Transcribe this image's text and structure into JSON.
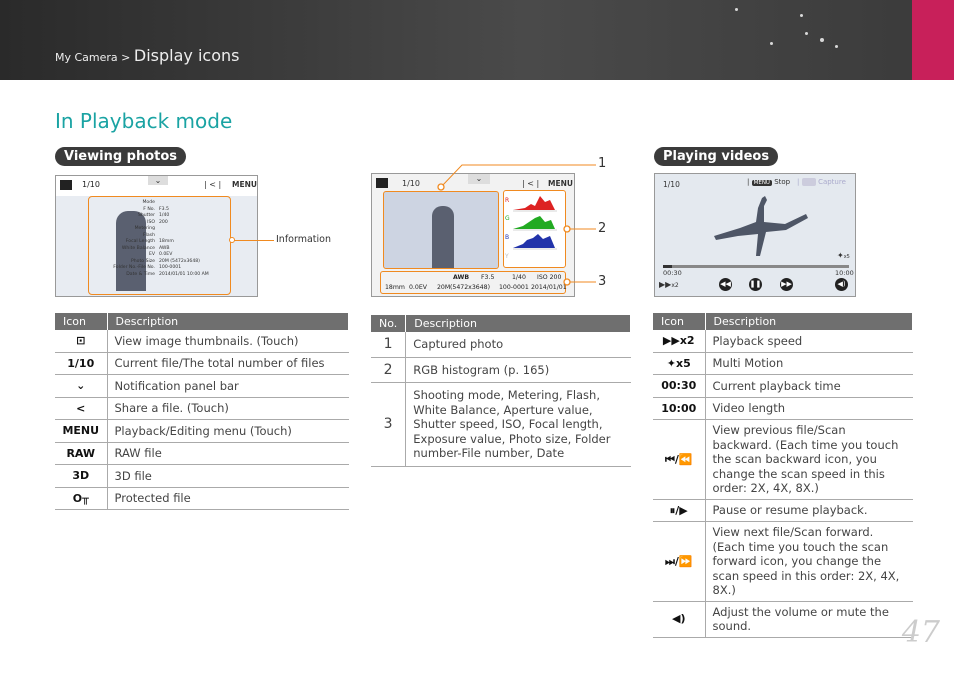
{
  "header": {
    "crumb_small": "My Camera >",
    "crumb_big": "Display icons"
  },
  "page_title": "In Playback mode",
  "sections": {
    "viewing_photos": "Viewing photos",
    "playing_videos": "Playing videos"
  },
  "photo_screen": {
    "counter": "1/10",
    "menu": "MENU",
    "info_label": "Information",
    "info_rows": [
      [
        "Mode",
        ""
      ],
      [
        "F No.",
        "F3.5"
      ],
      [
        "Shutter",
        "1/40"
      ],
      [
        "ISO",
        "200"
      ],
      [
        "Metering",
        ""
      ],
      [
        "Flash",
        ""
      ],
      [
        "Focal Length",
        "18mm"
      ],
      [
        "White Balance",
        "AWB"
      ],
      [
        "EV",
        "0.0EV"
      ],
      [
        "Photo Size",
        "20M (5472x3648)"
      ],
      [
        "Folder No.-File No.",
        "100-0001"
      ],
      [
        "Date & Time",
        "2014/01/01 10:00 AM"
      ]
    ]
  },
  "rgb_screen": {
    "counter": "1/10",
    "menu": "MENU",
    "hist_labels": [
      "R",
      "G",
      "B",
      "Y"
    ],
    "bottom_row1": [
      "AWB",
      "F3.5",
      "1/40",
      "ISO 200"
    ],
    "bottom_row2": [
      "18mm",
      "0.0EV",
      "20M",
      "(5472x3648)",
      "100-0001",
      "2014/01/01"
    ],
    "callouts": [
      "1",
      "2",
      "3"
    ]
  },
  "video_screen": {
    "counter": "1/10",
    "menu": "MENU",
    "stop": "Stop",
    "capture": "Capture",
    "time_current": "00:30",
    "time_total": "10:00",
    "speed": "x2",
    "multi": "x5",
    "progress": 0.05
  },
  "photo_table": {
    "headers": [
      "Icon",
      "Description"
    ],
    "rows": [
      {
        "icon": "thumbnails-icon",
        "glyph": "⊡",
        "desc": "View image thumbnails. (Touch)"
      },
      {
        "icon": "counter-icon",
        "glyph": "1/10",
        "desc": "Current file/The total number of files"
      },
      {
        "icon": "notification-bar-icon",
        "glyph": "⌄",
        "desc": "Notification panel bar"
      },
      {
        "icon": "share-icon",
        "glyph": "<",
        "desc": "Share a file. (Touch)"
      },
      {
        "icon": "menu-icon",
        "glyph": "MENU",
        "desc": "Playback/Editing menu (Touch)"
      },
      {
        "icon": "raw-icon",
        "glyph": "RAW",
        "desc": "RAW file"
      },
      {
        "icon": "3d-icon",
        "glyph": "3D",
        "desc": "3D file"
      },
      {
        "icon": "protected-icon",
        "glyph": "O╥",
        "desc": "Protected file"
      }
    ]
  },
  "rgb_table": {
    "headers": [
      "No.",
      "Description"
    ],
    "rows": [
      {
        "no": "1",
        "desc": "Captured photo"
      },
      {
        "no": "2",
        "desc": "RGB histogram (p. 165)"
      },
      {
        "no": "3",
        "desc": "Shooting mode, Metering, Flash, White Balance, Aperture value, Shutter speed, ISO, Focal length, Exposure value, Photo size, Folder number-File number, Date"
      }
    ]
  },
  "video_table": {
    "headers": [
      "Icon",
      "Description"
    ],
    "rows": [
      {
        "icon": "playback-speed-icon",
        "glyph": "▶▶x2",
        "desc": "Playback speed"
      },
      {
        "icon": "multi-motion-icon",
        "glyph": "✦x5",
        "desc": "Multi Motion"
      },
      {
        "icon": "current-time-icon",
        "glyph": "00:30",
        "desc": "Current playback time"
      },
      {
        "icon": "video-length-icon",
        "glyph": "10:00",
        "desc": "Video length"
      },
      {
        "icon": "scan-backward-icon",
        "glyph": "⏮/⏪",
        "desc": "View previous file/Scan backward. (Each time you touch the scan backward icon, you change the scan speed in this order: 2X, 4X, 8X.)"
      },
      {
        "icon": "pause-play-icon",
        "glyph": "⏸/▶",
        "desc": "Pause or resume playback."
      },
      {
        "icon": "scan-forward-icon",
        "glyph": "⏭/⏩",
        "desc": "View next file/Scan forward. (Each time you touch the scan forward icon, you change the scan speed in this order: 2X, 4X, 8X.)"
      },
      {
        "icon": "volume-icon",
        "glyph": "◀)",
        "desc": "Adjust the volume or mute the sound."
      }
    ]
  },
  "page_number": "47"
}
